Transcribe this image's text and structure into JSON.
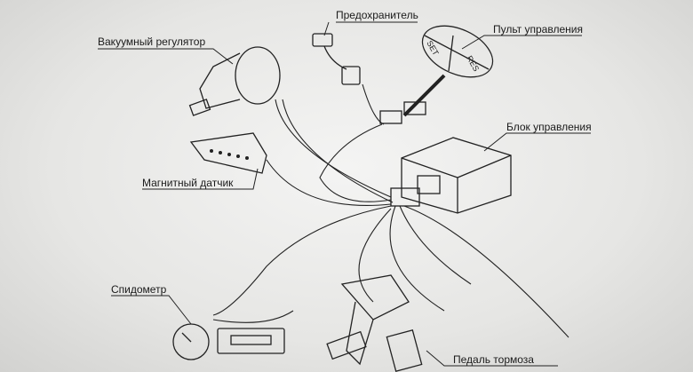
{
  "labels": {
    "fuse": "Предохранитель",
    "vacuum": "Вакуумный регулятор",
    "remote": "Пульт управления",
    "control_unit": "Блок управления",
    "magnetic_sensor": "Магнитный датчик",
    "speedometer": "Спидометр",
    "brake_pedal": "Педаль тормоза"
  },
  "remote_buttons": [
    "SET",
    "RES"
  ]
}
